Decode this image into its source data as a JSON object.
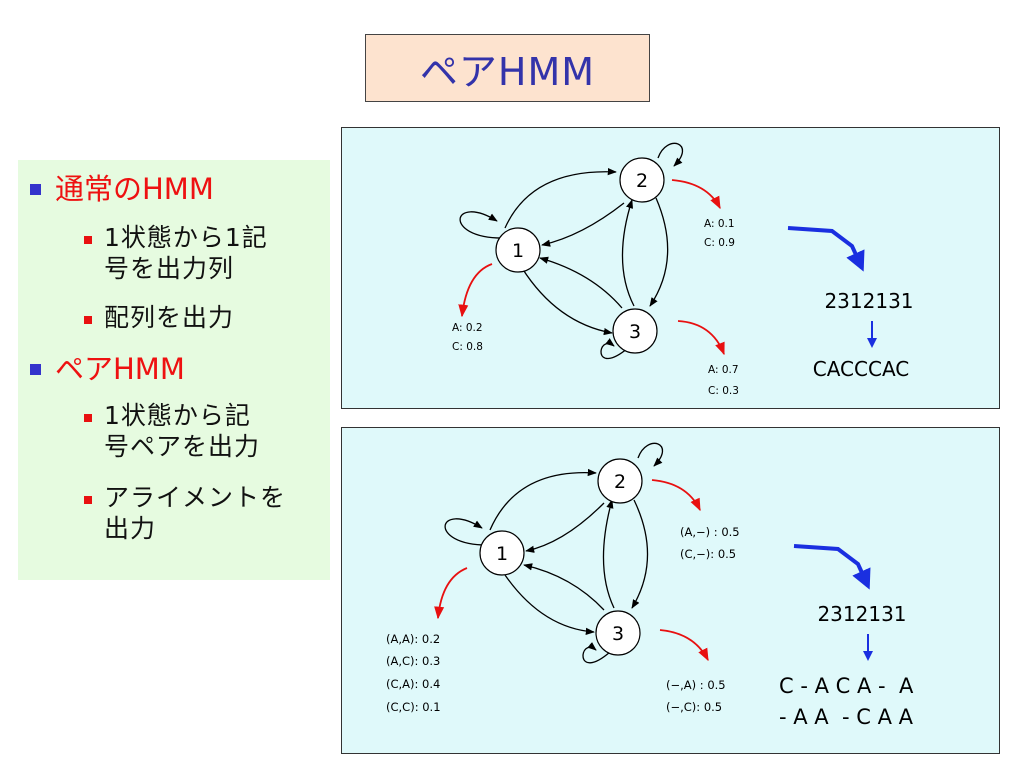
{
  "title": "ペアHMM",
  "bullets": [
    {
      "text": "通常のHMM",
      "children": [
        "1状態から1記",
        "号を出力列",
        "配列を出力"
      ]
    },
    {
      "text": "ペアHMM",
      "children": [
        "1状態から記",
        "号ペアを出力",
        "アライメントを",
        "出力"
      ]
    }
  ],
  "top_diagram": {
    "states": [
      "1",
      "2",
      "3"
    ],
    "emit_1": [
      "A: 0.2",
      "C: 0.8"
    ],
    "emit_2": [
      "A: 0.1",
      "C: 0.9"
    ],
    "emit_3": [
      "A: 0.7",
      "C: 0.3"
    ],
    "state_sequence": "2312131",
    "output_sequence": "CACCCAC"
  },
  "bottom_diagram": {
    "states": [
      "1",
      "2",
      "3"
    ],
    "emit_1": [
      "(A,A): 0.2",
      "(A,C): 0.3",
      "(C,A): 0.4",
      "(C,C): 0.1"
    ],
    "emit_2": [
      "(A,−) : 0.5",
      "(C,−):  0.5"
    ],
    "emit_3": [
      "(−,A) : 0.5",
      "(−,C):  0.5"
    ],
    "state_sequence": "2312131",
    "alignment_row1": "C - A C A -  A",
    "alignment_row2": "- A A  - C A A"
  },
  "colors": {
    "title_text": "#3333aa",
    "title_bg": "#fde3cf",
    "bullet_bg": "#e6fbe0",
    "panel_bg": "#dff9fa",
    "emit_arrow": "#e81010",
    "seq_arrow": "#1a2fe0"
  }
}
